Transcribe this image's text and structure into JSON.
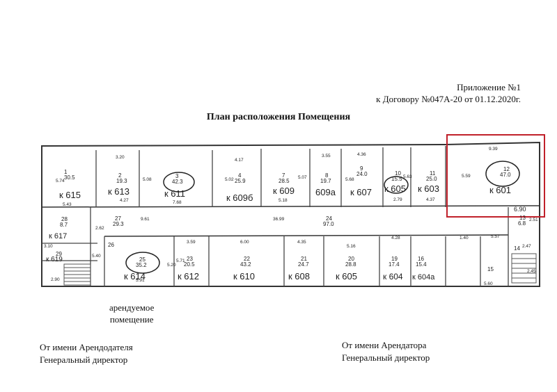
{
  "header": {
    "line1": "Приложение №1",
    "line2": "к Договору №047А-20 от  01.12.2020г."
  },
  "title": "План расположения Помещения",
  "legend": {
    "line1": "арендуемое",
    "line2": "помещение"
  },
  "signatures": {
    "landlord": {
      "line1": "От имени Арендодателя",
      "line2": "Генеральный директор"
    },
    "tenant": {
      "line1": "От имени Арендатора",
      "line2": "Генеральный директор"
    }
  },
  "highlight_color": "#c0202a",
  "rooms": [
    {
      "num": "1",
      "area": "30.5",
      "label": "к 615"
    },
    {
      "num": "2",
      "area": "19.3",
      "label": "к 613"
    },
    {
      "num": "3",
      "area": "42.3",
      "label": "к 611"
    },
    {
      "num": "4",
      "area": "25.9",
      "label": "к 609б"
    },
    {
      "num": "7",
      "area": "28.5",
      "label": "к 609"
    },
    {
      "num": "8",
      "area": "19.7",
      "label": "609а"
    },
    {
      "num": "9",
      "area": "24.0",
      "label": "к 607"
    },
    {
      "num": "10",
      "area": "15.5",
      "label": "к 605"
    },
    {
      "num": "11",
      "area": "25.0",
      "label": "к 603"
    },
    {
      "num": "12",
      "area": "47.0",
      "label": "к 601"
    },
    {
      "num": "13",
      "area": "6.8",
      "label": ""
    },
    {
      "num": "14",
      "area": "",
      "label": ""
    },
    {
      "num": "15",
      "area": "",
      "label": ""
    },
    {
      "num": "16",
      "area": "15.4",
      "label": "к 604а"
    },
    {
      "num": "19",
      "area": "17.4",
      "label": "к 604"
    },
    {
      "num": "20",
      "area": "28.8",
      "label": "к 605"
    },
    {
      "num": "21",
      "area": "24.7",
      "label": "к 608"
    },
    {
      "num": "22",
      "area": "43.2",
      "label": "к 610"
    },
    {
      "num": "23",
      "area": "20.5",
      "label": "к 612"
    },
    {
      "num": "24",
      "area": "97.0",
      "label": ""
    },
    {
      "num": "25",
      "area": "35.2",
      "label": "к 614"
    },
    {
      "num": "26",
      "area": "",
      "label": ""
    },
    {
      "num": "27",
      "area": "29.3",
      "label": ""
    },
    {
      "num": "28",
      "area": "8.7",
      "label": "к 617"
    },
    {
      "num": "29",
      "area": "",
      "label": "к 619"
    }
  ],
  "dimensions": [
    "3.20",
    "5.74",
    "5.43",
    "4.27",
    "5.08",
    "7.68",
    "5.02",
    "4.17",
    "5.07",
    "5.18",
    "3.55",
    "5.68",
    "4.36",
    "5.63",
    "2.79",
    "4.37",
    "9.39",
    "5.59",
    "6.90",
    "2.51",
    "9.61",
    "36.99",
    "2.62",
    "3.59",
    "5.71",
    "5.20",
    "6.00",
    "4.35",
    "5.16",
    "4.28",
    "1.40",
    "5.57",
    "2.47",
    "2.45",
    "5.60",
    "5.91",
    "5.40",
    "3.10",
    "2.90"
  ]
}
